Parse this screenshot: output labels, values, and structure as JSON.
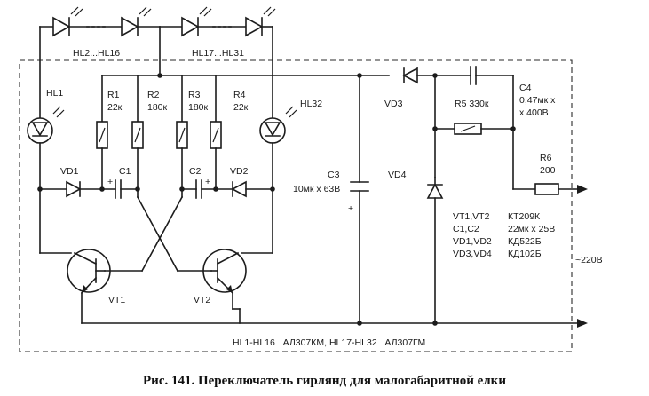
{
  "caption": "Рис. 141. Переключатель гирлянд для малогабаритной елки",
  "labels": {
    "hl2_hl16": "HL2...HL16",
    "hl17_hl31": "HL17...HL31",
    "hl1": "HL1",
    "hl32": "HL32",
    "r1": "R1",
    "r1_val": "22к",
    "r2": "R2",
    "r2_val": "180к",
    "r3": "R3",
    "r3_val": "180к",
    "r4": "R4",
    "r4_val": "22к",
    "vd1": "VD1",
    "c1": "C1",
    "c2": "C2",
    "vd2": "VD2",
    "c3": "C3",
    "c3_val": "10мк х 63В",
    "vd3": "VD3",
    "vd4": "VD4",
    "r5": "R5 330к",
    "c4": "C4",
    "c4_val1": "0,47мк х",
    "c4_val2": "х 400В",
    "r6": "R6",
    "r6_val": "200",
    "vt1": "VT1",
    "vt2": "VT2",
    "plus1": "+",
    "plus2": "+",
    "plus3": "+",
    "volt": "~220В",
    "led_types": "HL1-HL16   АЛ307КМ, HL17-HL32   АЛ307ГМ"
  },
  "parts_table": [
    [
      "VT1,VT2",
      "КТ209К"
    ],
    [
      "C1,C2",
      "22мк х 25В"
    ],
    [
      "VD1,VD2",
      "КД522Б"
    ],
    [
      "VD3,VD4",
      "КД102Б"
    ]
  ]
}
